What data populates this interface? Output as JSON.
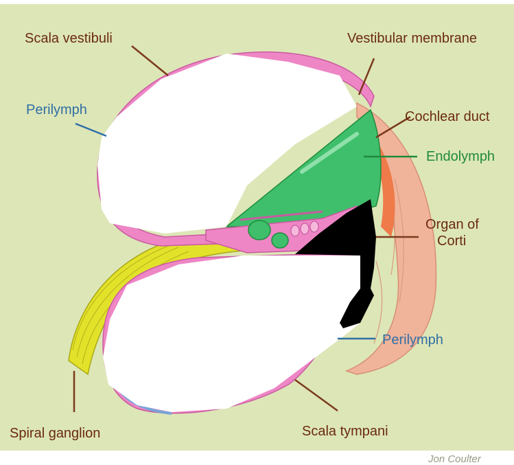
{
  "labels": {
    "scala_vestibuli": "Scala vestibuli",
    "vestibular_membrane": "Vestibular membrane",
    "perilymph_upper": "Perilymph",
    "cochlear_duct": "Cochlear duct",
    "endolymph": "Endolymph",
    "organ_of_corti_line1": "Organ of",
    "organ_of_corti_line2": "Corti",
    "perilymph_lower": "Perilymph",
    "spiral_ganglion": "Spiral ganglion",
    "scala_tympani": "Scala tympani"
  },
  "credit": "Jon Coulter",
  "colors": {
    "background": "#dde6b7",
    "leader_brown": "#7a3a1c",
    "label_dark": "#6a2a10",
    "label_blue": "#2f6fa6",
    "label_green": "#1f8a3c",
    "membrane_pink": "#ee86c5",
    "perilymph_blue": "#78a4d8",
    "endolymph_green": "#3fbf6c",
    "ganglion_yellow": "#e3e22a",
    "ligament_salmon": "#f0b49b",
    "stria_orange": "#ef7b4a",
    "credit_gray": "#9a9a86"
  }
}
